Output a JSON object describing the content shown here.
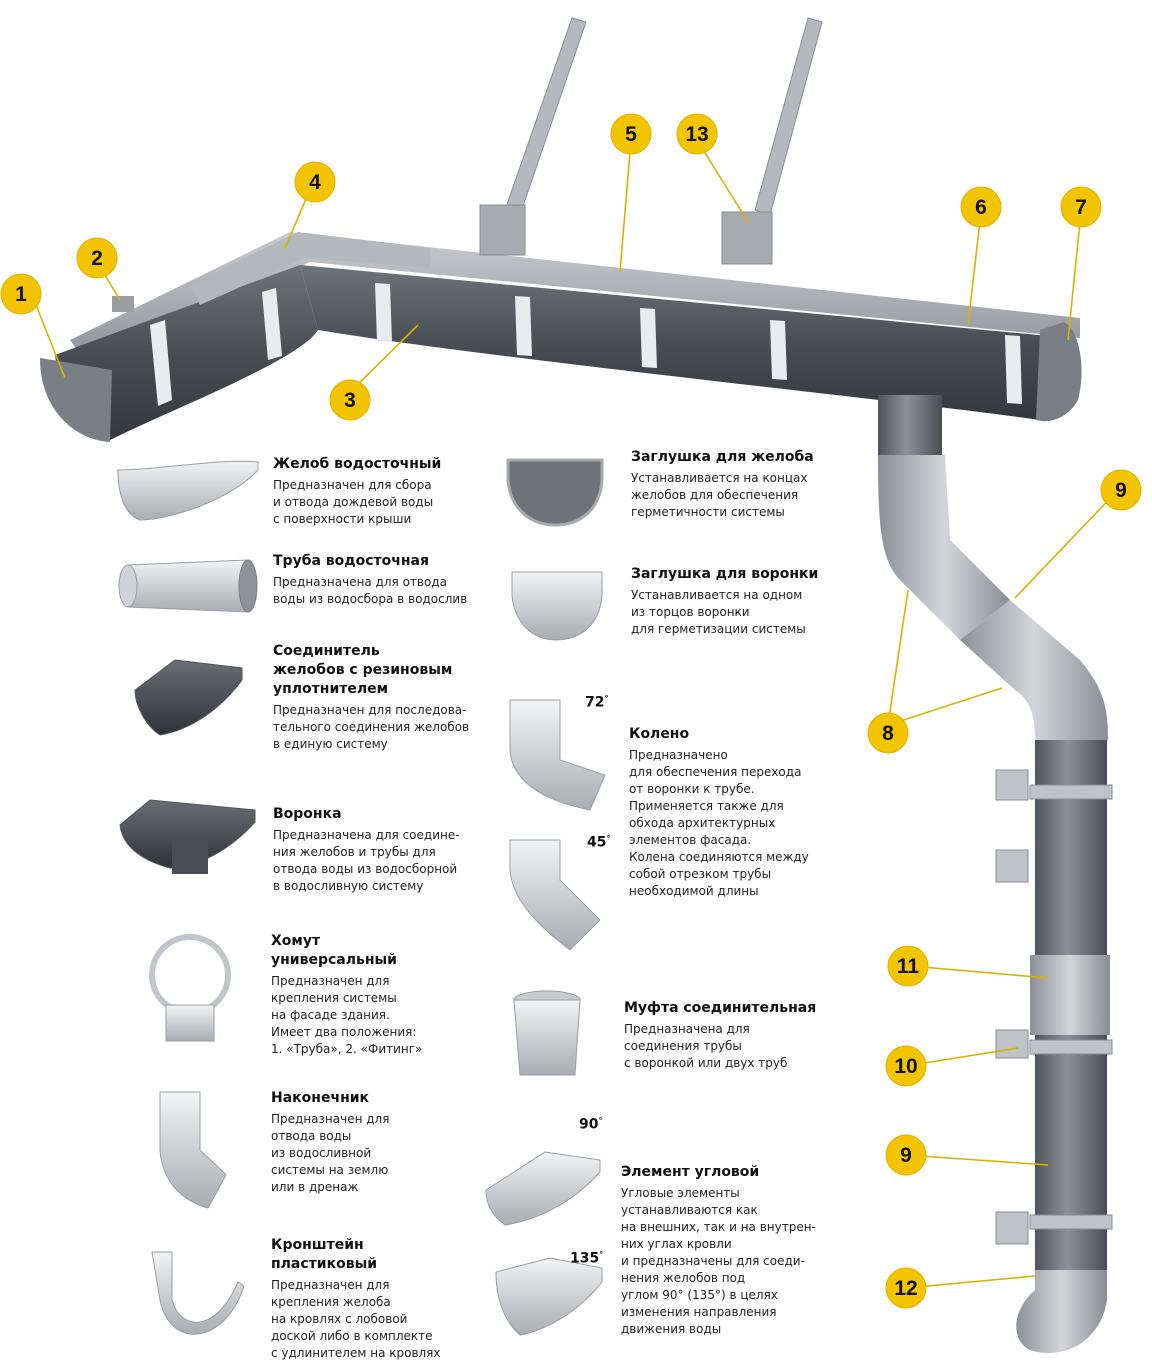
{
  "callouts": [
    {
      "number": "1"
    },
    {
      "number": "2"
    },
    {
      "number": "3"
    },
    {
      "number": "4"
    },
    {
      "number": "5"
    },
    {
      "number": "13"
    },
    {
      "number": "6"
    },
    {
      "number": "7"
    },
    {
      "number": "9"
    },
    {
      "number": "8"
    },
    {
      "number": "11"
    },
    {
      "number": "10"
    },
    {
      "number": "9"
    },
    {
      "number": "12"
    }
  ],
  "items": [
    {
      "title": "Желоб водосточный",
      "description": "Предназначен для сбора\nи отвода дождевой воды\nс поверхности крыши"
    },
    {
      "title": "Труба водосточная",
      "description": "Предназначена для отвода\nводы из водосбора в водослив"
    },
    {
      "title": "Соединитель\nжелобов с резиновым\nуплотнителем",
      "description": "Предназначен для последова-\nтельного соединения желобов\nв единую систему"
    },
    {
      "title": "Воронка",
      "description": "Предназначена для соедине-\nния желобов и трубы для\nотвода воды из водосборной\nв водосливную систему"
    },
    {
      "title": "Хомут\nуниверсальный",
      "description": "Предназначен для\nкрепления системы\nна фасаде здания.\nИмеет два положения:\n1. «Труба», 2. «Фитинг»"
    },
    {
      "title": "Наконечник",
      "description": "Предназначен для\nотвода воды\nиз водосливной\nсистемы на землю\nили в дренаж"
    },
    {
      "title": "Кронштейн\nпластиковый",
      "description": "Предназначен для\nкрепления желоба\nна кровлях с лобовой\nдоской либо в комплекте\nс удлинителем на кровлях"
    },
    {
      "title": "Заглушка для желоба",
      "description": "Устанавливается на концах\nжелобов для обеспечения\nгерметичности системы"
    },
    {
      "title": "Заглушка для воронки",
      "description": "Устанавливается на одном\nиз торцов воронки\nдля герметизации системы"
    },
    {
      "title": "Колено",
      "description": "Предназначено\nдля обеспечения перехода\nот воронки к трубе.\nПрименяется также для\nобхода архитектурных\nэлементов фасада.\nКолена соединяются между\nсобой отрезком трубы\nнеобходимой длины"
    },
    {
      "title": "Муфта соединительная",
      "description": "Предназначена для\nсоединения трубы\nс воронкой или двух труб"
    },
    {
      "title": "Элемент угловой",
      "description": "Угловые элементы\nустанавливаются как\nна внешних, так и на внутрен-\nних углах кровли\nи предназначены для соеди-\nнения желобов под\nуглом 90° (135°) в целях\nизменения направления\nдвижения воды"
    }
  ],
  "angles": [
    {
      "value": "72",
      "unit": "°"
    },
    {
      "value": "45",
      "unit": "°"
    },
    {
      "value": "90",
      "unit": "°"
    },
    {
      "value": "135",
      "unit": "°"
    }
  ]
}
